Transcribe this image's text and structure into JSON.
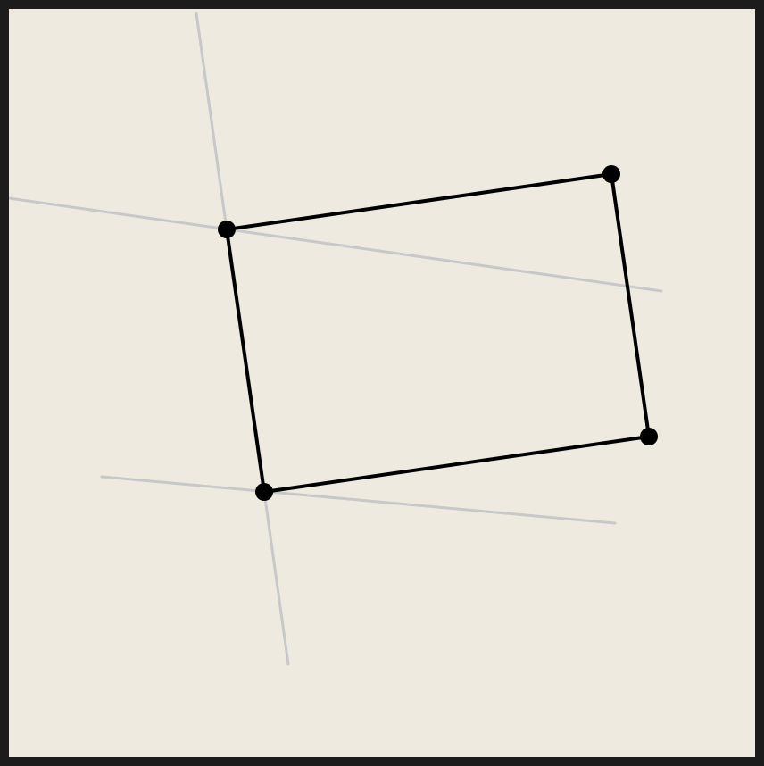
{
  "colors": {
    "background": "#EEEAE0",
    "frame": "#1c1c1c",
    "guide": "#c8c8c8",
    "edge": "#000000",
    "vertex": "#000000"
  },
  "diagram": {
    "vertices": [
      "v1",
      "v2",
      "v3",
      "v4"
    ],
    "edges": [
      [
        "v1",
        "v2"
      ],
      [
        "v2",
        "v3"
      ],
      [
        "v3",
        "v4"
      ],
      [
        "v4",
        "v1"
      ]
    ],
    "guide_lines": 4,
    "labels": []
  }
}
